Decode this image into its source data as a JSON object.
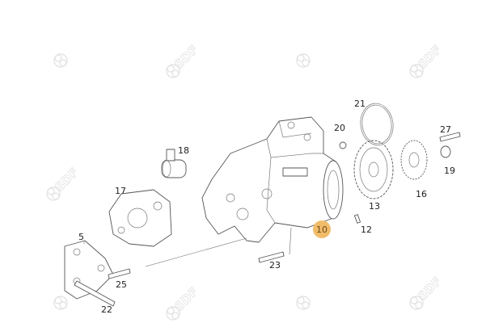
{
  "diagram": {
    "watermark_text": "SDF",
    "highlight_color": "#f0bc6a",
    "highlighted_label": "10",
    "callouts": [
      "21",
      "20",
      "18",
      "27",
      "17",
      "13",
      "16",
      "19",
      "5",
      "10",
      "12",
      "23",
      "25",
      "22"
    ]
  }
}
